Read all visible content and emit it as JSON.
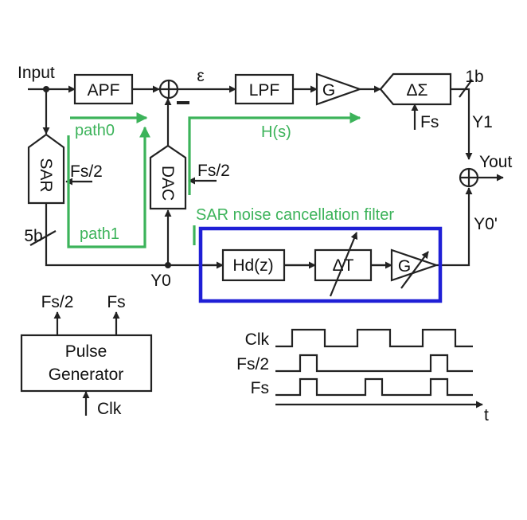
{
  "signals": {
    "input": "Input",
    "epsilon": "ε",
    "one_bit": "1b",
    "five_bit": "5b",
    "y1": "Y1",
    "y0": "Y0",
    "y0_prime": "Y0'",
    "yout": "Yout"
  },
  "blocks": {
    "apf": "APF",
    "lpf": "LPF",
    "gain": "G",
    "delta_sigma": "ΔΣ",
    "sar": "SAR",
    "dac": "DAC",
    "hd": "Hd(z)",
    "delta_t": "ΔT",
    "gain2": "G",
    "pulse_gen_line1": "Pulse",
    "pulse_gen_line2": "Generator"
  },
  "clocks": {
    "fs": "Fs",
    "fs_half": "Fs/2",
    "clk": "Clk",
    "time_axis": "t"
  },
  "paths": {
    "path0": "path0",
    "path1": "path1",
    "hs": "H(s)",
    "filter_title": "SAR noise cancellation filter"
  },
  "colors": {
    "path_green": "#3cb35a",
    "filter_box_blue": "#1f1fd6",
    "line": "#222222"
  }
}
